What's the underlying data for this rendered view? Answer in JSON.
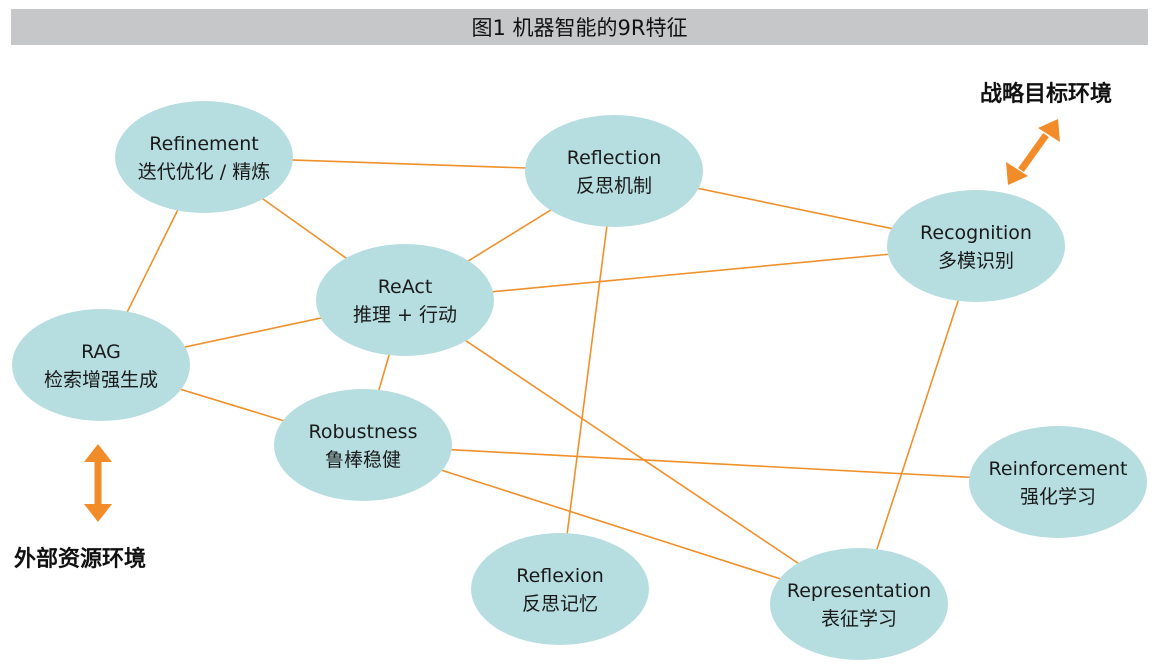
{
  "title": "图1 机器智能的9R特征",
  "colors": {
    "node_fill": "#b6dde0",
    "edge": "#f0902a",
    "arrow": "#f28c28",
    "title_bg": "#c6c7c9"
  },
  "env_labels": {
    "strategic": "战略目标环境",
    "external": "外部资源环境"
  },
  "nodes": [
    {
      "id": "refinement",
      "en": "Refinement",
      "zh": "迭代优化 / 精炼"
    },
    {
      "id": "reflection",
      "en": "Reflection",
      "zh": "反思机制"
    },
    {
      "id": "recognition",
      "en": "Recognition",
      "zh": "多模识别"
    },
    {
      "id": "react",
      "en": "ReAct",
      "zh": "推理 + 行动"
    },
    {
      "id": "rag",
      "en": "RAG",
      "zh": "检索增强生成"
    },
    {
      "id": "robustness",
      "en": "Robustness",
      "zh": "鲁棒稳健"
    },
    {
      "id": "reinforcement",
      "en": "Reinforcement",
      "zh": "强化学习"
    },
    {
      "id": "reflexion",
      "en": "Reflexion",
      "zh": "反思记忆"
    },
    {
      "id": "representation",
      "en": "Representation",
      "zh": "表征学习"
    }
  ],
  "edges": [
    [
      "refinement",
      "reflection"
    ],
    [
      "refinement",
      "react"
    ],
    [
      "refinement",
      "rag"
    ],
    [
      "reflection",
      "react"
    ],
    [
      "reflection",
      "recognition"
    ],
    [
      "reflection",
      "reflexion"
    ],
    [
      "react",
      "recognition"
    ],
    [
      "react",
      "rag"
    ],
    [
      "react",
      "robustness"
    ],
    [
      "react",
      "representation"
    ],
    [
      "recognition",
      "representation"
    ],
    [
      "rag",
      "robustness"
    ],
    [
      "robustness",
      "reinforcement"
    ],
    [
      "robustness",
      "representation"
    ]
  ]
}
